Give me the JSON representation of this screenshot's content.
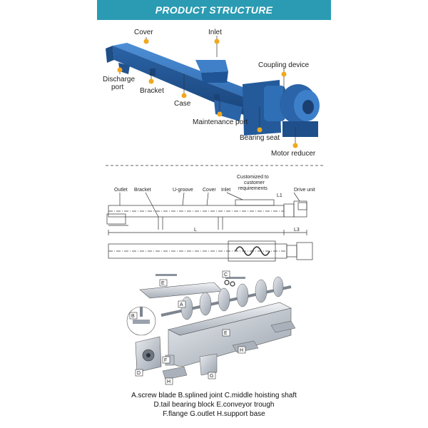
{
  "banner": {
    "title": "PRODUCT STRUCTURE"
  },
  "structure_labels": {
    "cover": "Cover",
    "inlet": "Inlet",
    "coupling": "Coupling device",
    "discharge_1": "Discharge",
    "discharge_2": "port",
    "bracket": "Bracket",
    "case": "Case",
    "maintenance": "Maintenance port",
    "bearing_seat": "Bearing seat",
    "motor_reducer": "Motor reducer"
  },
  "drawing_labels": {
    "outlet": "Outlet",
    "bracket": "Bracket",
    "ugroove": "U-groove",
    "cover": "Cover",
    "inlet": "Inlet",
    "custom_1": "Customized to",
    "custom_2": "customer",
    "custom_3": "requirements",
    "drive": "Drive unit",
    "dim_l": "L",
    "dim_l3": "L3",
    "dim_l1": "L1"
  },
  "part_letters": {
    "a": "A",
    "b": "B",
    "c": "C",
    "d": "D",
    "e1": "E",
    "e2": "E",
    "f": "F",
    "g": "G",
    "h1": "H",
    "h2": "H"
  },
  "legend": {
    "line1": "A.screw blade   B.splined joint   C.middle hoisting shaft",
    "line2": "D.tail bearing block   E.conveyor trough",
    "line3": "F.flange   G.outlet   H.support base"
  },
  "colors": {
    "banner": "#2a9bb2",
    "body_blue": "#2f6fb5",
    "body_dark": "#1e4f8c",
    "callout_dot": "#f0a81c",
    "steel": "#c9ced6"
  }
}
